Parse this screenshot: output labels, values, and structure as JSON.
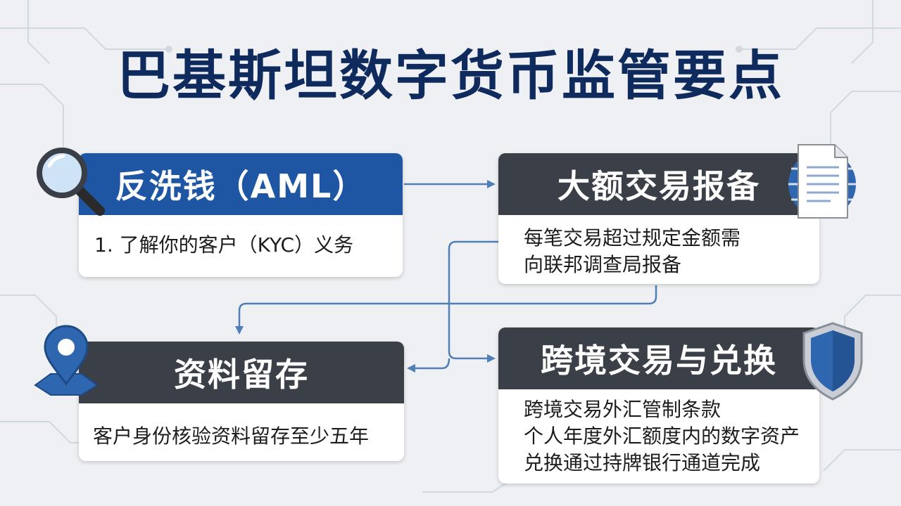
{
  "title": "巴基斯坦数字货币监管要点",
  "cards": {
    "aml": {
      "heading": "反洗钱（AML）",
      "lines": [
        "1. 了解你的客户（KYC）义务"
      ]
    },
    "large_tx": {
      "heading": "大额交易报备",
      "lines": [
        "每笔交易超过规定金额需",
        "向联邦调查局报备"
      ]
    },
    "records": {
      "heading": "资料留存",
      "lines": [
        "客户身份核验资料留存至少五年"
      ]
    },
    "cross_border": {
      "heading": "跨境交易与兑换",
      "lines": [
        "跨境交易外汇管制条款",
        "个人年度外汇额度内的数字资产",
        "兑换通过持牌银行通道完成"
      ]
    }
  },
  "icons": [
    "magnifier-icon",
    "document-globe-icon",
    "location-pin-icon",
    "shield-icon"
  ],
  "colors": {
    "title": "#0f2a5c",
    "blue_header": "#1f56a4",
    "dark_header": "#3b3f47",
    "connector": "#4f7fb6"
  }
}
